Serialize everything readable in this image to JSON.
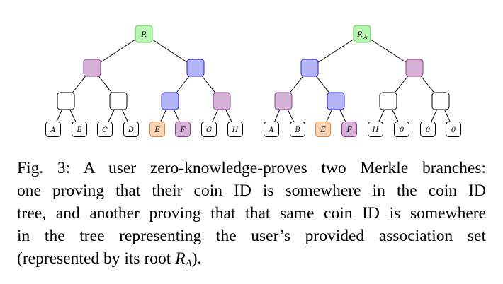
{
  "colors": {
    "root_fill": "#b8f5b0",
    "root_stroke": "#5cc45a",
    "purple_fill": "#d6b1d8",
    "purple_stroke": "#8a3b8f",
    "blue_fill": "#b3b3f7",
    "blue_stroke": "#2020d0",
    "orange_fill": "#f8d3b3",
    "orange_stroke": "#e08a3a",
    "white_fill": "#ffffff",
    "black_stroke": "#000000"
  },
  "trees": [
    {
      "root_label": "R",
      "level1": [
        "purple",
        "blue"
      ],
      "level2": [
        "white",
        "white",
        "blue",
        "purple"
      ],
      "leaves": [
        {
          "label": "A",
          "style": "white"
        },
        {
          "label": "B",
          "style": "white"
        },
        {
          "label": "C",
          "style": "white"
        },
        {
          "label": "D",
          "style": "white"
        },
        {
          "label": "E",
          "style": "orange"
        },
        {
          "label": "F",
          "style": "purple"
        },
        {
          "label": "G",
          "style": "white"
        },
        {
          "label": "H",
          "style": "white"
        }
      ]
    },
    {
      "root_label": "R",
      "root_subscript": "A",
      "level1": [
        "blue",
        "purple"
      ],
      "level2": [
        "purple",
        "blue",
        "white",
        "white"
      ],
      "leaves": [
        {
          "label": "A",
          "style": "white"
        },
        {
          "label": "B",
          "style": "white"
        },
        {
          "label": "E",
          "style": "orange"
        },
        {
          "label": "F",
          "style": "purple"
        },
        {
          "label": "H",
          "style": "white"
        },
        {
          "label": "0",
          "style": "white"
        },
        {
          "label": "0",
          "style": "white"
        },
        {
          "label": "0",
          "style": "white"
        }
      ]
    }
  ],
  "caption": {
    "lines": [
      "Fig. 3: A user zero-knowledge-proves two Merkle branches:",
      "one proving that their coin ID is somewhere in the coin ID",
      "tree, and another proving that that same coin ID is somewhere",
      "in the tree representing the user’s provided association set"
    ],
    "last_line_before": "(represented by its root ",
    "root_symbol": "R",
    "root_subscript": "A",
    "last_line_after": ")."
  }
}
